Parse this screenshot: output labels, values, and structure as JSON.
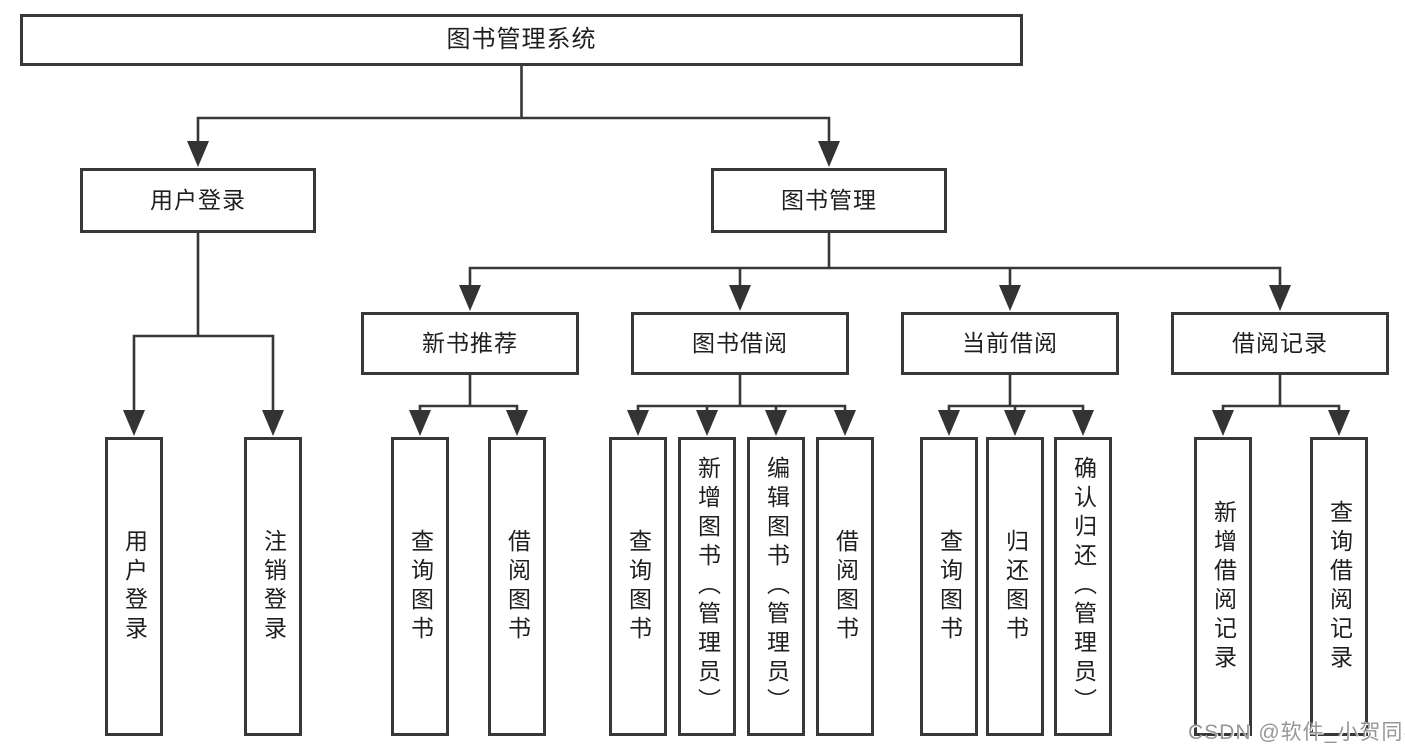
{
  "diagram_type": "functional-structure-tree",
  "tree": {
    "label": "图书管理系统",
    "children": [
      {
        "label": "用户登录",
        "children": [
          {
            "label": "用户登录"
          },
          {
            "label": "注销登录"
          }
        ]
      },
      {
        "label": "图书管理",
        "children": [
          {
            "label": "新书推荐",
            "children": [
              {
                "label": "查询图书"
              },
              {
                "label": "借阅图书"
              }
            ]
          },
          {
            "label": "图书借阅",
            "children": [
              {
                "label": "查询图书"
              },
              {
                "label": "新增图书（管理员）"
              },
              {
                "label": "编辑图书（管理员）"
              },
              {
                "label": "借阅图书"
              }
            ]
          },
          {
            "label": "当前借阅",
            "children": [
              {
                "label": "查询图书"
              },
              {
                "label": "归还图书"
              },
              {
                "label": "确认归还（管理员）"
              }
            ]
          },
          {
            "label": "借阅记录",
            "children": [
              {
                "label": "新增借阅记录"
              },
              {
                "label": "查询借阅记录"
              }
            ]
          }
        ]
      }
    ]
  },
  "watermark": {
    "text": "CSDN @软件_小贺同学"
  },
  "colors": {
    "line": "#383838",
    "box_border": "#383838",
    "text": "#1f1f1f",
    "watermark": "#979797",
    "background": "#ffffff"
  }
}
